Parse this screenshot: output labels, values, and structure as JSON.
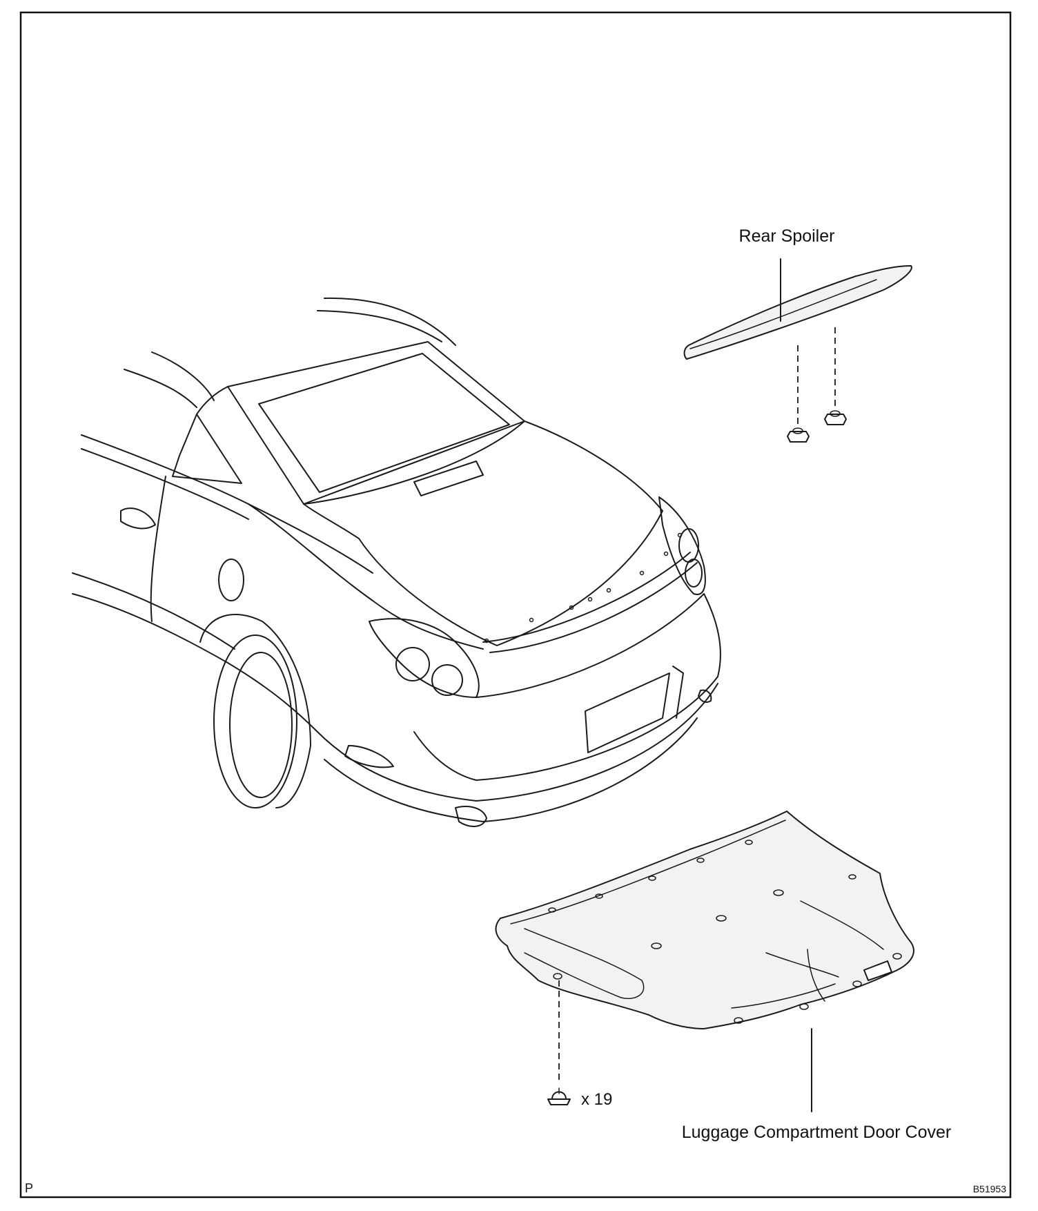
{
  "labels": {
    "rear_spoiler": "Rear Spoiler",
    "luggage_cover": "Luggage Compartment Door Cover",
    "clip_count": "x 19",
    "corner_mark": "P",
    "figure_code": "B51953"
  },
  "colors": {
    "line": "#1a1a1a",
    "paper": "#ffffff"
  },
  "icons": {
    "clip": "push-clip-icon",
    "nut": "hex-nut-icon"
  }
}
